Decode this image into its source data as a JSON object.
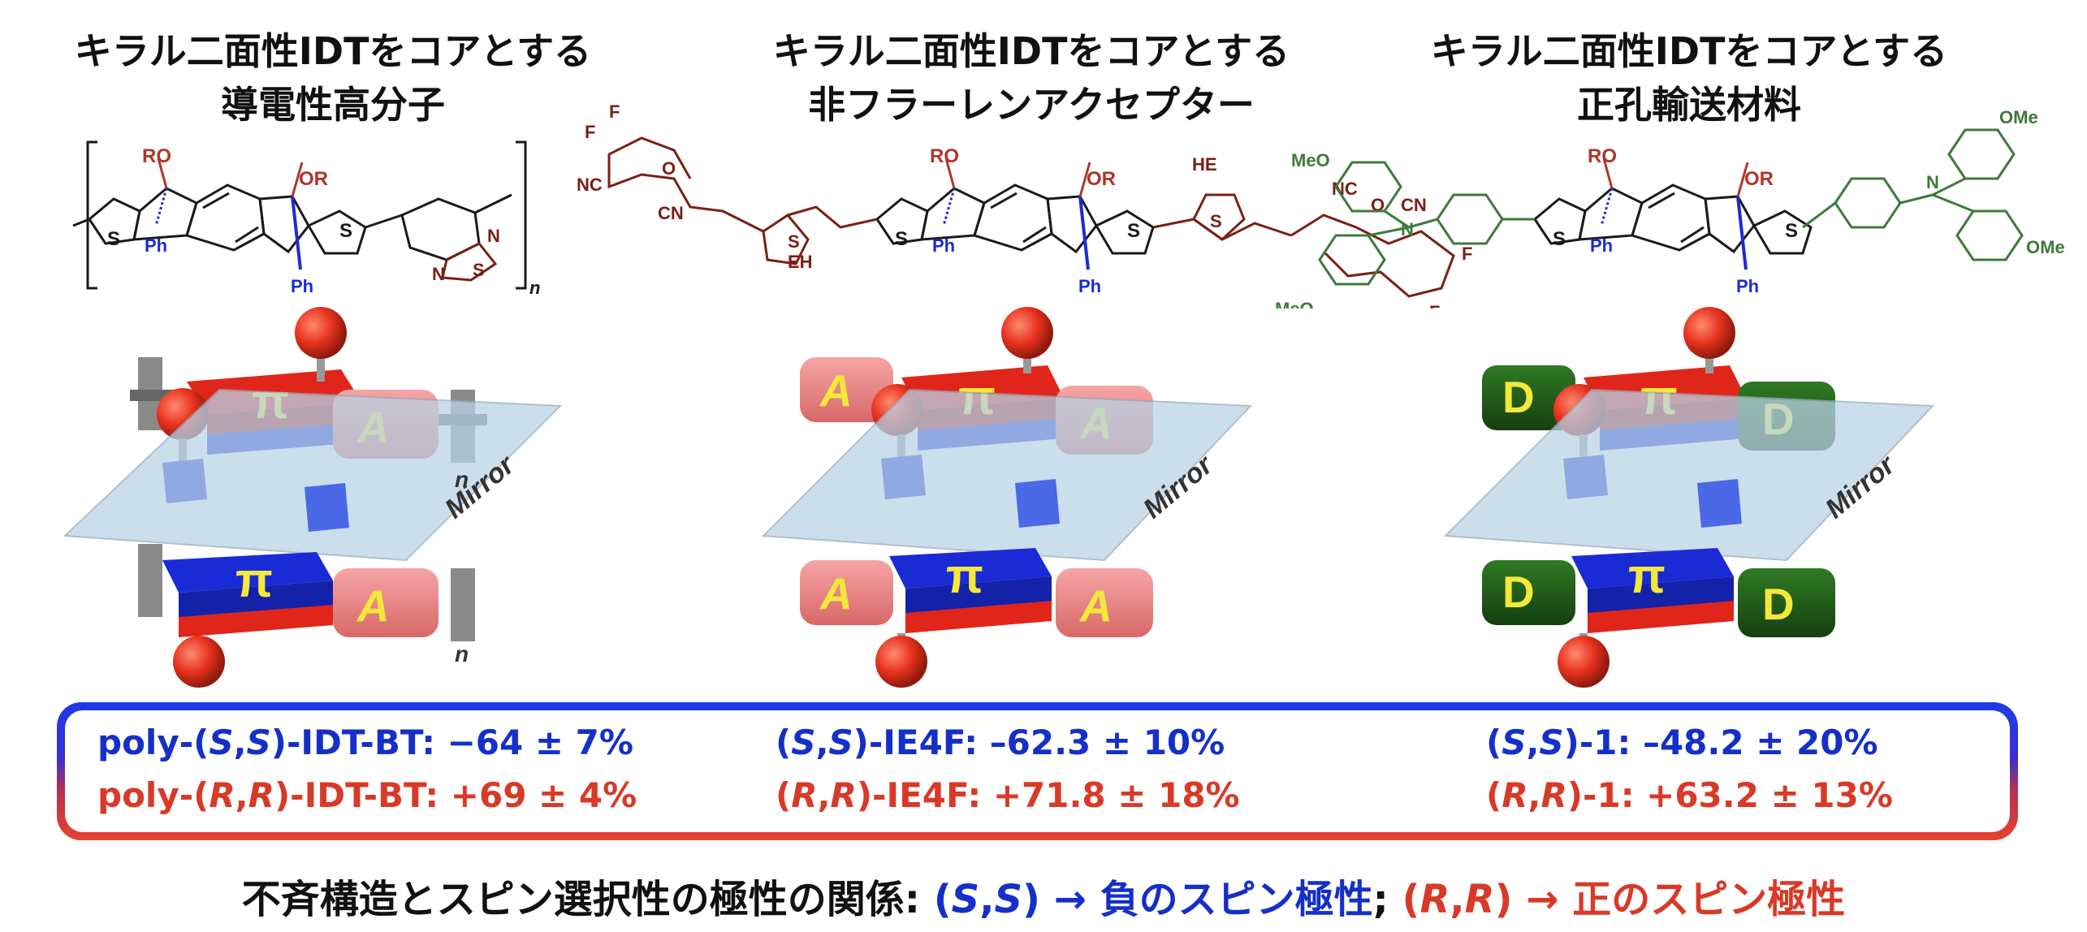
{
  "titles": [
    {
      "line1": "キラル二面性IDTをコアとする",
      "line2": "導電性高分子"
    },
    {
      "line1": "キラル二面性IDTをコアとする",
      "line2": "非フラーレンアクセプター"
    },
    {
      "line1": "キラル二面性IDTをコアとする",
      "line2": "正孔輸送材料"
    }
  ],
  "molecule_labels": {
    "ro": "RO",
    "or": "OR",
    "s": "S",
    "ph": "Ph",
    "n": "N",
    "n_subscript": "n",
    "f": "F",
    "o": "O",
    "nc": "NC",
    "cn": "CN",
    "eh": "EH",
    "he": "HE",
    "meo": "MeO",
    "ome": "OMe"
  },
  "model_labels": {
    "pi": "π",
    "acceptor": "A",
    "donor": "D",
    "mirror": "Mirror",
    "repeat": "n"
  },
  "colors": {
    "red_block": "#e0261b",
    "blue_block": "#1a2bd6",
    "acceptor_pink": "#f08a8a",
    "donor_green": "#1f5a17",
    "letter_yellow": "#f4e83a",
    "mirror_plane": "#b9d3e6",
    "ball_red": "#e8321e",
    "gray_bracket": "#8a8a8a",
    "negative_blue": "#1530c8",
    "positive_red": "#d83a27",
    "mol_black": "#1a1a1a",
    "mol_red": "#b0362a",
    "mol_blue": "#1a2bd6",
    "mol_brown": "#7a1f16",
    "mol_green": "#3f7a3a"
  },
  "results": [
    {
      "neg": {
        "prefix": "poly-(",
        "s1": "S",
        "comma": ",",
        "s2": "S",
        "suffix": ")-IDT-BT: −64 ± 7%"
      },
      "pos": {
        "prefix": "poly-(",
        "s1": "R",
        "comma": ",",
        "s2": "R",
        "suffix": ")-IDT-BT: +69 ± 4%"
      }
    },
    {
      "neg": {
        "prefix": "(",
        "s1": "S",
        "comma": ",",
        "s2": "S",
        "suffix": ")-IE4F: –62.3 ± 10%"
      },
      "pos": {
        "prefix": "(",
        "s1": "R",
        "comma": ",",
        "s2": "R",
        "suffix": ")-IE4F: +71.8 ± 18%"
      }
    },
    {
      "neg": {
        "prefix": "(",
        "s1": "S",
        "comma": ",",
        "s2": "S",
        "suffix": ")-1: –48.2 ± 20%"
      },
      "pos": {
        "prefix": "(",
        "s1": "R",
        "comma": ",",
        "s2": "R",
        "suffix": ")-1: +63.2 ± 13%"
      }
    }
  ],
  "footer": {
    "lead": "不斉構造とスピン選択性の極性の関係: ",
    "neg_open": "(",
    "neg_s1": "S",
    "neg_comma": ",",
    "neg_s2": "S",
    "neg_close": ")",
    "neg_text": " → 負のスピン極性",
    "sep": "; ",
    "pos_open": "(",
    "pos_s1": "R",
    "pos_comma": ",",
    "pos_s2": "R",
    "pos_close": ")",
    "pos_text": " → 正のスピン極性"
  }
}
